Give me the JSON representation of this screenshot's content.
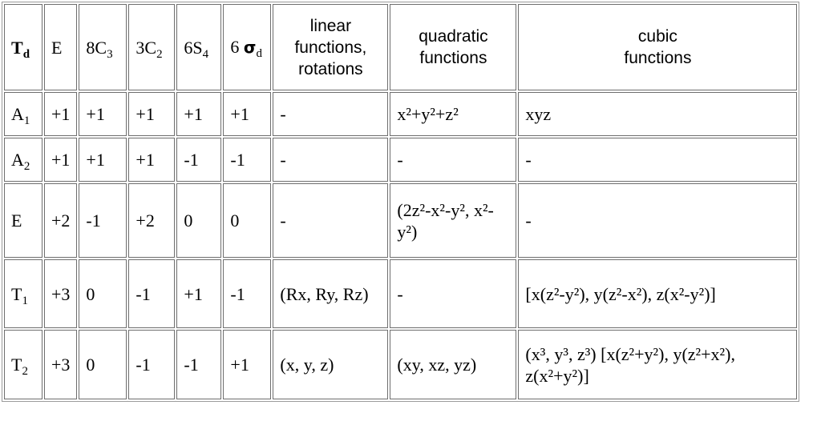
{
  "header": {
    "group": {
      "main": "T",
      "sub": "d"
    },
    "cls_e": "E",
    "cls_8c3": {
      "pre": "8C",
      "sub": "3"
    },
    "cls_3c2": {
      "pre": "3C",
      "sub": "2"
    },
    "cls_6s4": {
      "pre": "6S",
      "sub": "4"
    },
    "cls_6sd": {
      "pre": "6",
      "sym": "σ",
      "sub": "d"
    },
    "linear": [
      "linear",
      "functions,",
      "rotations"
    ],
    "quadratic": [
      "quadratic",
      "functions"
    ],
    "cubic": [
      "cubic",
      "functions"
    ]
  },
  "rows": [
    {
      "irrep": {
        "main": "A",
        "sub": "1"
      },
      "chars": [
        "+1",
        "+1",
        "+1",
        "+1",
        "+1"
      ],
      "linear": "-",
      "quadratic": "x²+y²+z²",
      "cubic": "xyz"
    },
    {
      "irrep": {
        "main": "A",
        "sub": "2"
      },
      "chars": [
        "+1",
        "+1",
        "+1",
        "-1",
        "-1"
      ],
      "linear": "-",
      "quadratic": "-",
      "cubic": "-"
    },
    {
      "irrep": {
        "main": "E",
        "sub": ""
      },
      "chars": [
        "+2",
        "-1",
        "+2",
        "0",
        "0"
      ],
      "linear": "-",
      "quadratic": "(2z²-x²-y², x²-y²)",
      "cubic": "-"
    },
    {
      "irrep": {
        "main": "T",
        "sub": "1"
      },
      "chars": [
        "+3",
        "0",
        "-1",
        "+1",
        "-1"
      ],
      "linear": "(Rx, Ry, Rz)",
      "quadratic": "-",
      "cubic": "[x(z²-y²), y(z²-x²), z(x²-y²)]"
    },
    {
      "irrep": {
        "main": "T",
        "sub": "2"
      },
      "chars": [
        "+3",
        "0",
        "-1",
        "-1",
        "+1"
      ],
      "linear": "(x, y, z)",
      "quadratic": "(xy, xz, yz)",
      "cubic": "(x³, y³, z³) [x(z²+y²), y(z²+x²), z(x²+y²)]"
    }
  ]
}
